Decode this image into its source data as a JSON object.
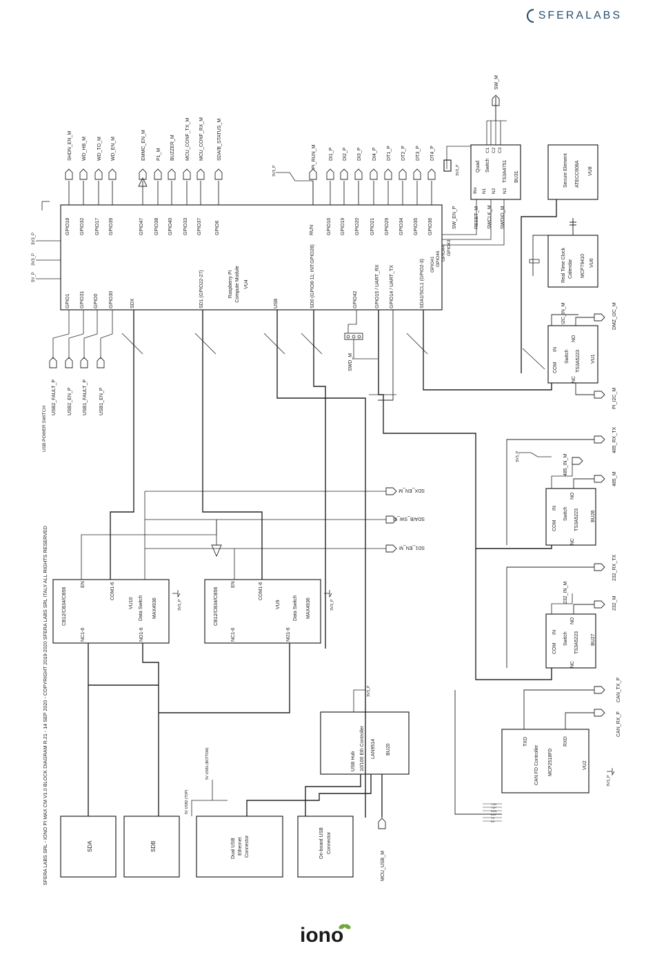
{
  "brand": {
    "name": "SFERALABS",
    "accent_color": "#2a4f6e",
    "footer_logo_text": "iono",
    "footer_logo_color": "#2a4f6e",
    "footer_leaf_color": "#6fa83a"
  },
  "diagram": {
    "title": "SFERA LABS SRL - IONO PI MAX CM V1.0 BLOCK DIAGRAM R.21 - 14 SEP 2020 - COPYRIGHT 2019-2020 SFERA LABS SRL ITALY ALL RIGHTS RESERVED",
    "usb_power_switch_caption": "USB POWER SWITCH",
    "cm": {
      "name": "Raspberry Pi",
      "subname": "Compute Module",
      "ref": "VU4",
      "top_pins": [
        "GPIO18",
        "GPIO32",
        "GPIO17",
        "GPIO39",
        "GPIO47",
        "GPIO38",
        "GPIO40",
        "GPIO33",
        "GPIO37",
        "GPIO6",
        "RUN",
        "GPIO16",
        "GPIO19",
        "GPIO20",
        "GPIO21",
        "GPIO29",
        "GPIO34",
        "GPIO35",
        "GPIO36"
      ],
      "bottom_pins": [
        "GPIO1",
        "GPIO31",
        "GPIO0",
        "GPIO30",
        "SDX",
        "SD1 (GPIO22-27)",
        "USB",
        "SD0 (GPIO8-11; INT:GPIO28)",
        "GPIO42",
        "GPIO15 / UART_RX",
        "GPIO14 / UART_TX",
        "SDA1/SCL1 (GPIO2-3)"
      ],
      "right_pins": [
        "GPIO41",
        "GPIO46",
        "GPIO44",
        "GPIO43"
      ],
      "left_power": [
        "3V3_P",
        "3V3_P",
        "5V_P"
      ]
    },
    "top_signals": [
      "SHDN_EN_M",
      "WD_HB_M",
      "WD_TO_M",
      "WD_EN_M",
      "EMMC_EN_M",
      "P1_M",
      "BUZZER_M",
      "MCU_CONF_TX_M",
      "MCU_CONF_RX_M",
      "SDA/B_STATUS_M",
      "PI_RUN_M",
      "DI1_P",
      "DI2_P",
      "DI3_P",
      "DI4_P",
      "DT1_P",
      "DT2_P",
      "DT3_P",
      "DT4_P"
    ],
    "run_pullup": "3V3_P",
    "usb_signals": [
      "USB2_FAULT_P",
      "USB2_EN_P",
      "USB1_FAULT_P",
      "USB1_EN_P"
    ],
    "quad_switch": {
      "name": "Quad",
      "name2": "Switch",
      "part": "TS3A4751",
      "ref": "BU31",
      "pins": [
        "C1",
        "C2",
        "C3",
        "N1",
        "N2",
        "N3",
        "INx"
      ],
      "power": "3V3_P",
      "nets": [
        "RESET_M",
        "SWCLK_M",
        "SWDIO_M",
        "SW_EN_P"
      ],
      "top_net": "SW_M"
    },
    "swd_label": "SWD_M",
    "secure": {
      "name": "Secure Element",
      "part": "ATECC608A",
      "ref": "VU8"
    },
    "rtc": {
      "name": "Real Time Clock",
      "name2": "Calendar",
      "part": "MCP79410",
      "ref": "VU6"
    },
    "i2c_switch": {
      "name": "Switch",
      "part": "TS3A5223",
      "ref": "VU1",
      "pins": [
        "COM",
        "IN",
        "NC",
        "NO"
      ],
      "in_net": "I2C_IN_M",
      "no_net": "DMZ_I2C_M",
      "nc_net": "PI_I2C_M"
    },
    "rs485_switch": {
      "name": "Switch",
      "part": "TS3A5223",
      "ref": "BU26",
      "pins": [
        "COM",
        "IN",
        "NC",
        "NO"
      ],
      "power": "3V3_P",
      "in_net": "485_IN_M",
      "no_net": "485_M",
      "top_net": "485_RX_TX"
    },
    "rs232_switch": {
      "name": "Switch",
      "part": "TS3A5223",
      "ref": "BU27",
      "pins": [
        "COM",
        "IN",
        "NC",
        "NO"
      ],
      "in_net": "232_IN_M",
      "no_net": "232_M",
      "top_net": "232_RX_TX"
    },
    "can": {
      "name": "CAN FD Controller",
      "part": "MCP2518FD",
      "ref": "VU2",
      "pins": [
        "TXD",
        "RXD"
      ],
      "tx_net": "CAN_TX_P",
      "rx_net": "CAN_RX_P",
      "power": "3V3_P"
    },
    "sd_signals": [
      "SDX_EN_M",
      "SDA/B_SW_M",
      "SD1_EN_M"
    ],
    "data_switch_1": {
      "part_a": "CB12/CB34/CB56",
      "name": "Data Switch",
      "part": "MAX4936",
      "ref": "VU10",
      "pins": [
        "EN",
        "COM1-6",
        "NO1-6",
        "NC1-6"
      ],
      "power": "3V3_P"
    },
    "data_switch_2": {
      "part_a": "CB12/CB34/CB56",
      "name": "Data Switch",
      "part": "MAX4936",
      "ref": "VU9",
      "pins": [
        "EN",
        "COM1-6",
        "NO1-6",
        "NC1-6"
      ],
      "power": "3V3_P"
    },
    "usb_hub": {
      "name": "USB Hub",
      "name2": "10/100 Eth Controller",
      "part": "LAN9514",
      "ref": "BU20",
      "power": "3V3_P"
    },
    "sda": "SDA",
    "sdb": "SDB",
    "dual_usb": {
      "line1": "Dual USB",
      "line2": "Ethernet",
      "line3": "Connector",
      "top_label": "5V USB2 (TOP)",
      "bottom_label": "5V USB1 (BOTTOM)"
    },
    "onboard_usb": {
      "line1": "On-board USB",
      "line2": "Connector"
    },
    "mcu_usb": "MCU_USB_M",
    "bus_labels": [
      "TXN",
      "TXP",
      "RXN",
      "RXP",
      "TX",
      "RX"
    ]
  }
}
